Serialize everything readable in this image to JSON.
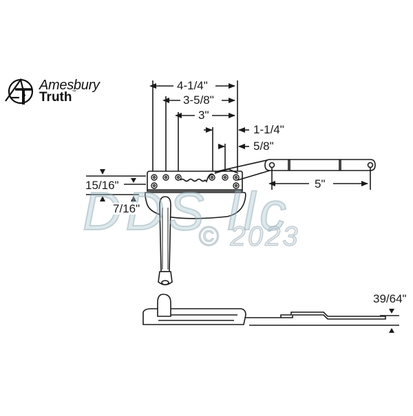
{
  "brand": {
    "name_line1": "Amesbury",
    "name_line2": "Truth",
    "trademark": "™",
    "logo_icon": "at-monogram-icon"
  },
  "watermark": {
    "line1": "DDS llc",
    "line2": "© 2023",
    "color": "#a9c3cc"
  },
  "dimensions": {
    "width_total": "4-1/4\"",
    "width_mid": "3-5/8\"",
    "width_short": "3\"",
    "offset_a": "1-1/4\"",
    "offset_b": "5/8\"",
    "height_base": "15/16\"",
    "height_mount": "7/16\"",
    "arm_length": "5\"",
    "profile_height": "39/64\""
  },
  "colors": {
    "line": "#1a1a1a",
    "background": "#ffffff"
  }
}
